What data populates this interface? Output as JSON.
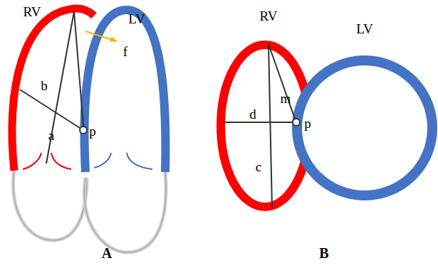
{
  "diagram": {
    "labels": [
      "RV",
      "LV",
      "b",
      "a",
      "p",
      "f",
      "A",
      "RV",
      "LV",
      "m",
      "d",
      "p",
      "c",
      "B"
    ]
  }
}
